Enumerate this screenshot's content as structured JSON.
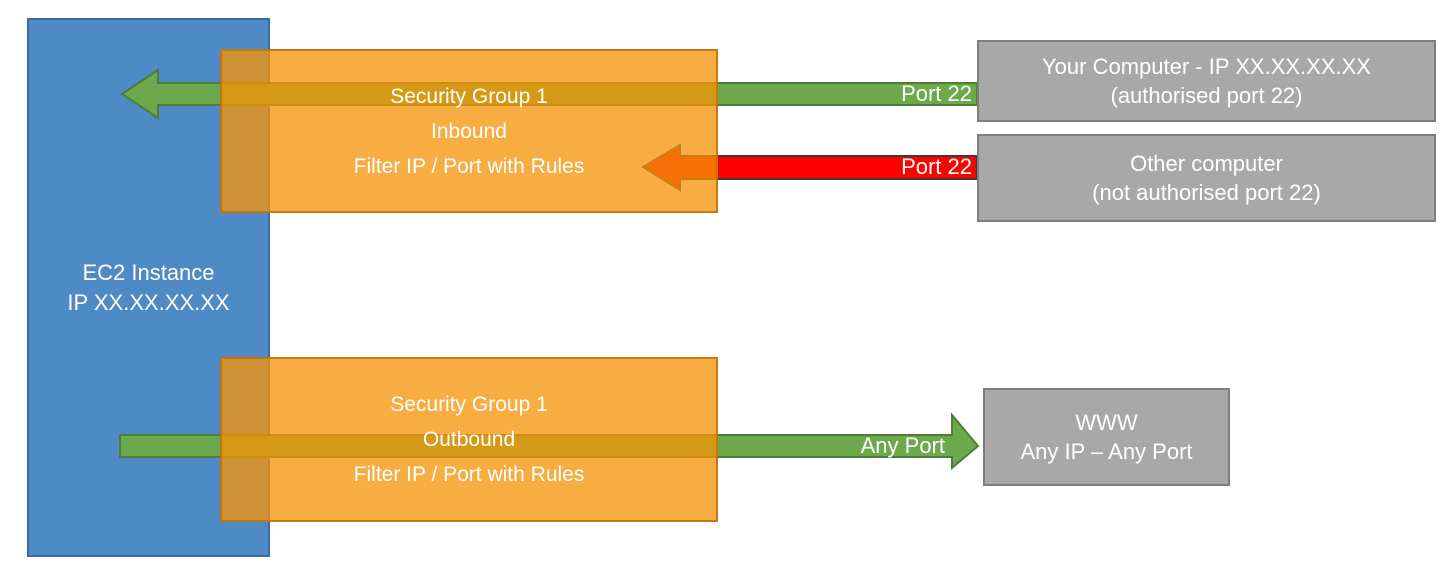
{
  "diagram": {
    "ec2": {
      "line1": "EC2 Instance",
      "line2": "IP XX.XX.XX.XX"
    },
    "sg_inbound": {
      "line1": "Security Group 1",
      "line2": "Inbound",
      "line3": "Filter IP / Port with Rules"
    },
    "sg_outbound": {
      "line1": "Security Group 1",
      "line2": "Outbound",
      "line3": "Filter IP / Port with Rules"
    },
    "your_computer": {
      "line1": "Your Computer - IP XX.XX.XX.XX",
      "line2": "(authorised port 22)"
    },
    "other_computer": {
      "line1": "Other computer",
      "line2": "(not authorised port 22)"
    },
    "www": {
      "line1": "WWW",
      "line2": "Any IP – Any Port"
    },
    "labels": {
      "inbound_allowed_port": "Port 22",
      "inbound_blocked_port": "Port 22",
      "outbound_port": "Any Port"
    }
  },
  "colors": {
    "blue": "#4D8AC6",
    "blue_border": "#3A6B9E",
    "green": "#6CA94C",
    "green_border": "#4F7D33",
    "red": "#FF0000",
    "red_border": "#3A3A3A",
    "orange_fill": "rgba(246,147,7,0.76)",
    "orange_border": "rgba(188,112,10,0.85)",
    "gray": "#A8A8A8",
    "gray_border": "#7D7D7D"
  }
}
